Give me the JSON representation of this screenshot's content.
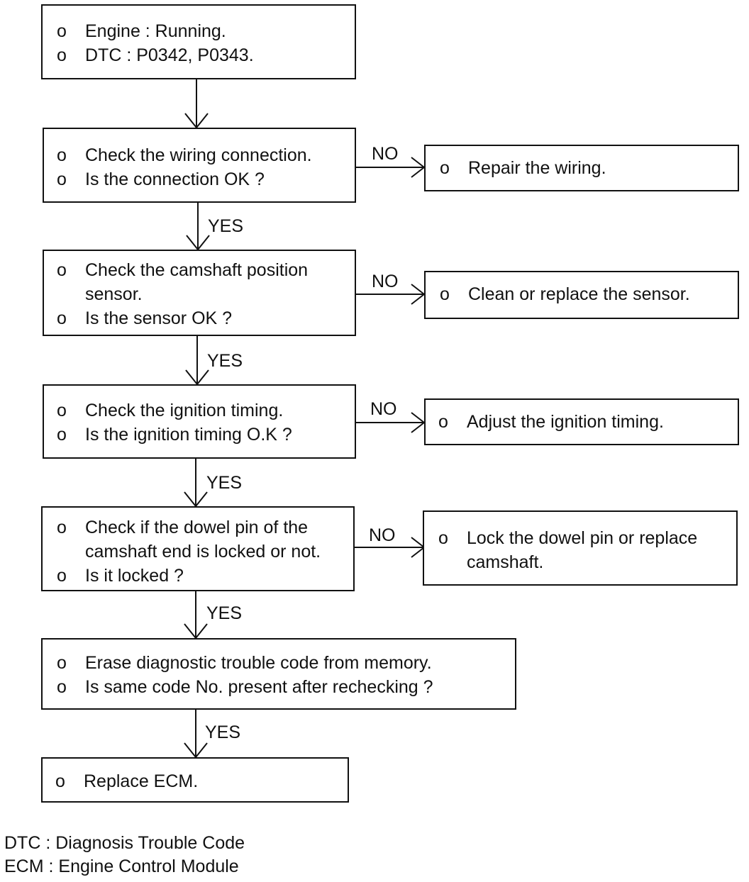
{
  "bullet": "o",
  "nodes": {
    "start": [
      "Engine : Running.",
      "DTC : P0342, P0343."
    ],
    "check_wiring": [
      "Check the wiring connection.",
      "Is the connection OK ?"
    ],
    "repair_wiring": [
      "Repair the wiring."
    ],
    "check_sensor": [
      "Check the camshaft position",
      "sensor.",
      "Is the sensor OK ?"
    ],
    "replace_sensor": [
      "Clean or replace the sensor."
    ],
    "check_timing": [
      "Check the ignition timing.",
      "Is the ignition timing O.K ?"
    ],
    "adjust_timing": [
      "Adjust the ignition timing."
    ],
    "check_dowel": [
      "Check if the dowel pin of the",
      "camshaft end is locked or not.",
      "Is it locked ?"
    ],
    "lock_dowel": [
      "Lock the dowel pin or replace",
      "camshaft."
    ],
    "erase_dtc": [
      "Erase diagnostic trouble code from memory.",
      "Is same code No. present after rechecking ?"
    ],
    "replace_ecm": [
      "Replace ECM."
    ]
  },
  "edge_labels": {
    "yes": "YES",
    "no": "NO"
  },
  "legend": [
    "DTC : Diagnosis Trouble Code",
    "ECM : Engine Control Module"
  ]
}
